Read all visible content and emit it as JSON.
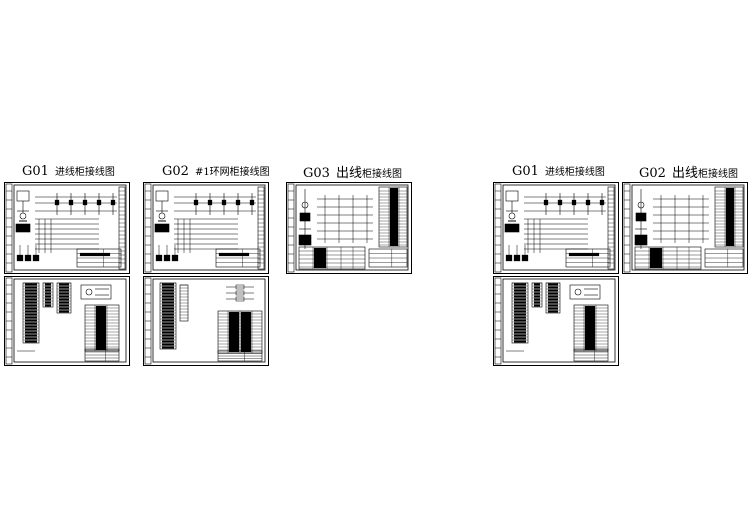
{
  "drawings": [
    {
      "code": "G01",
      "desc": "进线柜接线图"
    },
    {
      "code": "G02",
      "desc": "#1环网柜接线图"
    },
    {
      "code": "G03",
      "desc": "出线柜接线图",
      "desc_lead": "出线",
      "desc_rest": "柜接线图"
    },
    {
      "code": "G01",
      "desc": "进线柜接线图"
    },
    {
      "code": "G02",
      "desc": "出线柜接线图",
      "desc_lead": "出线",
      "desc_rest": "柜接线图"
    }
  ]
}
